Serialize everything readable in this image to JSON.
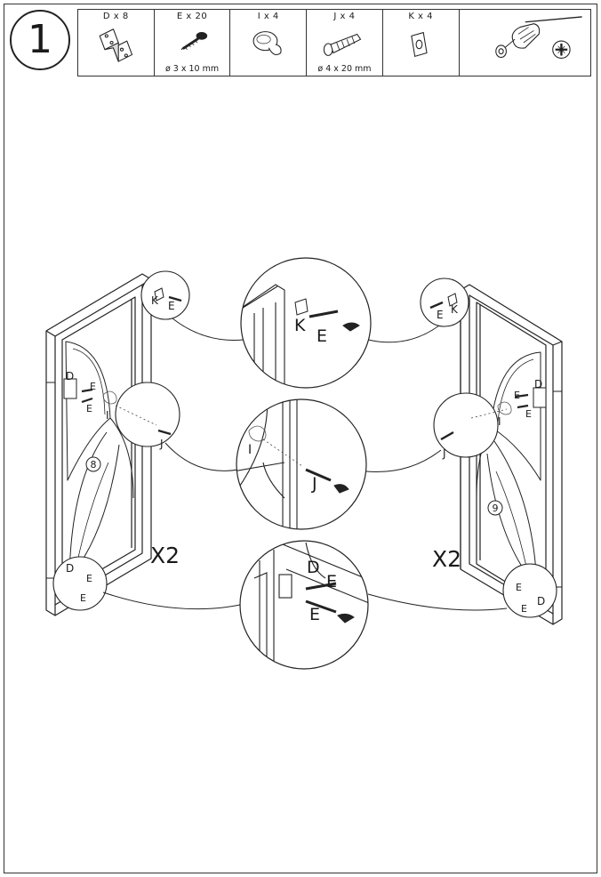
{
  "step": {
    "number": "1"
  },
  "parts": [
    {
      "id": "D",
      "qty": "D x 8",
      "size": "",
      "icon": "hinge-icon"
    },
    {
      "id": "E",
      "qty": "E x 20",
      "size": "ø 3 x 10 mm",
      "icon": "screw-icon"
    },
    {
      "id": "I",
      "qty": "I x 4",
      "size": "",
      "icon": "knob-icon"
    },
    {
      "id": "J",
      "qty": "J x 4",
      "size": "ø 4 x 20 mm",
      "icon": "bolt-icon"
    },
    {
      "id": "K",
      "qty": "K x 4",
      "size": "",
      "icon": "washer-icon"
    }
  ],
  "tool": {
    "icon": "phillips-screwdriver-icon"
  },
  "callouts": {
    "k": "K",
    "e": "E",
    "d": "D",
    "i": "I",
    "j": "J",
    "panel_left": "8",
    "panel_right": "9",
    "multiplier": "X2"
  }
}
